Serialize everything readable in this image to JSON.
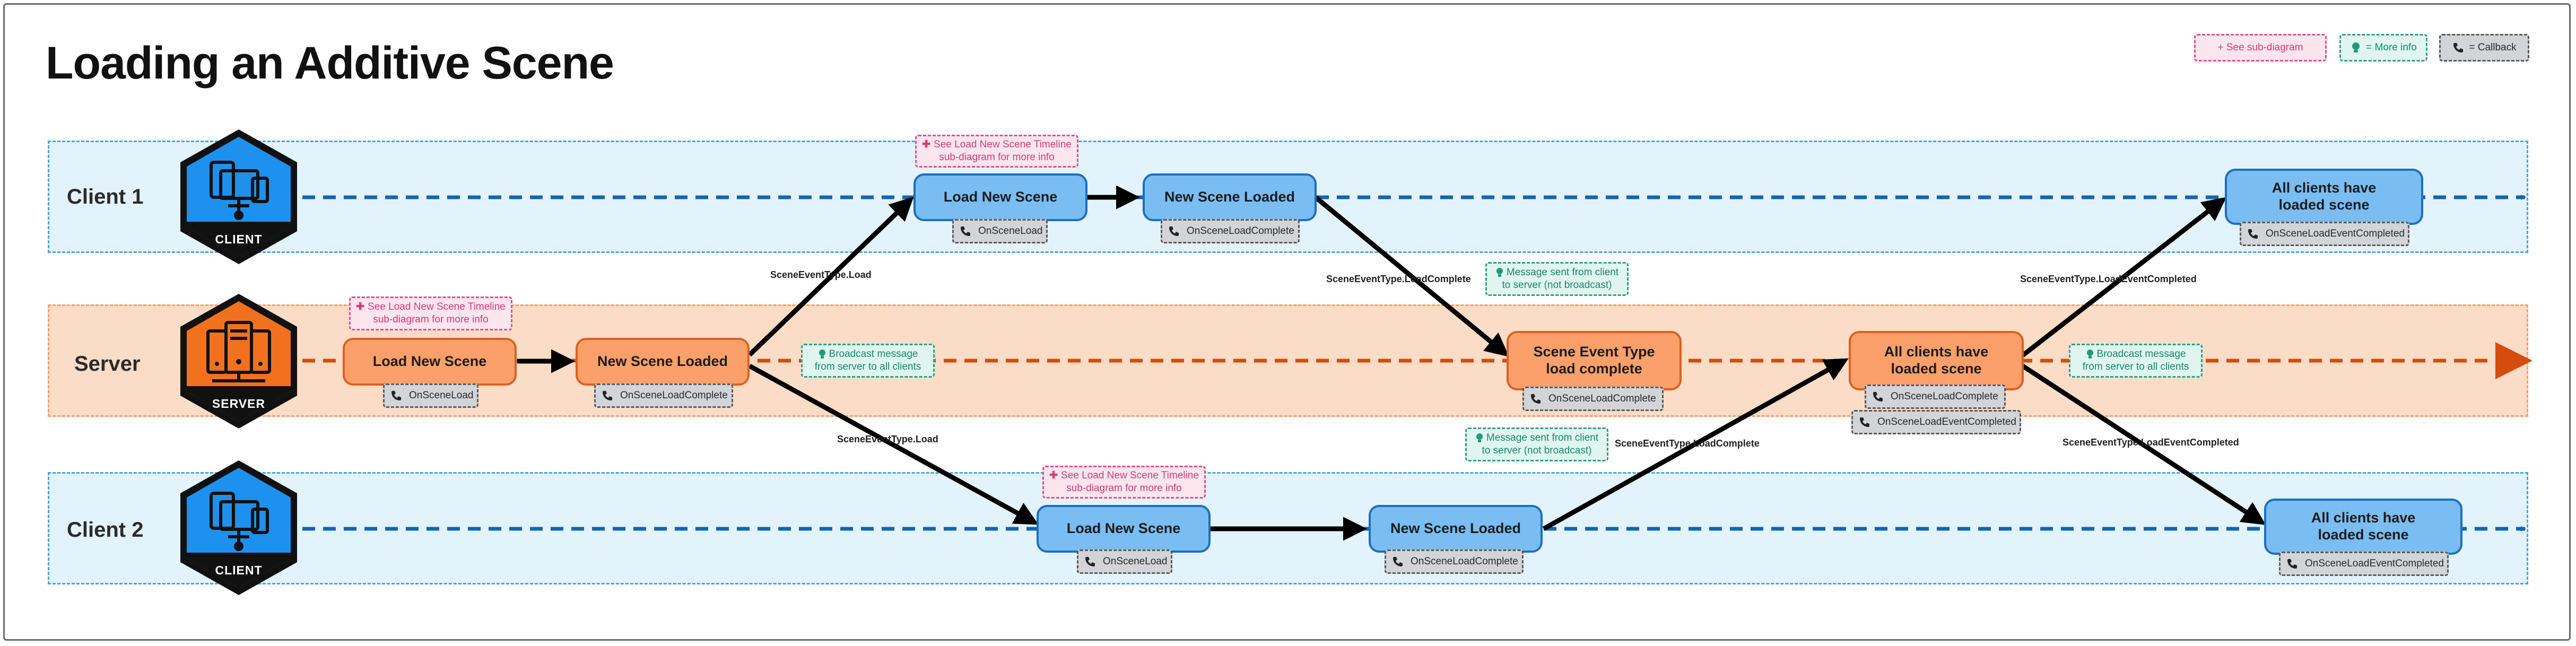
{
  "title": "Loading an Additive Scene",
  "legend": {
    "sub_diagram": "+ See sub-diagram",
    "more_info": "= More info",
    "callback": "= Callback"
  },
  "lanes": {
    "client1": "Client 1",
    "server": "Server",
    "client2": "Client 2"
  },
  "badges": {
    "client1": "CLIENT",
    "server": "SERVER",
    "client2": "CLIENT"
  },
  "nodes": {
    "server_load": "Load New Scene",
    "server_loaded": "New Scene Loaded",
    "server_event": "Scene Event Type load complete",
    "server_all": "All clients have loaded scene",
    "c1_load": "Load New Scene",
    "c1_loaded": "New Scene Loaded",
    "c1_all": "All clients have loaded scene",
    "c2_load": "Load New Scene",
    "c2_loaded": "New Scene Loaded",
    "c2_all": "All clients have loaded scene"
  },
  "callbacks": {
    "server_load": "OnSceneLoad",
    "server_loaded": "OnSceneLoadComplete",
    "server_event": "OnSceneLoadComplete",
    "server_all_1": "OnSceneLoadComplete",
    "server_all_2": "OnSceneLoadEventCompleted",
    "c1_load": "OnSceneLoad",
    "c1_loaded": "OnSceneLoadComplete",
    "c1_all": "OnSceneLoadEventCompleted",
    "c2_load": "OnSceneLoad",
    "c2_loaded": "OnSceneLoadComplete",
    "c2_all": "OnSceneLoadEventCompleted"
  },
  "notes": {
    "server_sub": [
      "See Load New Scene Timeline",
      "sub-diagram for more info"
    ],
    "c1_sub": [
      "See Load New Scene Timeline",
      "sub-diagram for more info"
    ],
    "c2_sub": [
      "See Load New Scene Timeline",
      "sub-diagram for more info"
    ],
    "broadcast1": [
      "Broadcast message",
      "from server to all clients"
    ],
    "broadcast2": [
      "Broadcast message",
      "from server to all clients"
    ],
    "msg1": [
      "Message sent from client",
      "to server (not broadcast)"
    ],
    "msg2": [
      "Message sent from client",
      "to server (not broadcast)"
    ]
  },
  "edges": {
    "load_up": "SceneEventType.Load",
    "load_down": "SceneEventType.Load",
    "loadcomplete_c1": "SceneEventType.LoadComplete",
    "loadcomplete_c2": "SceneEventType.LoadComplete",
    "completed_up": "SceneEventType.LoadEventCompleted",
    "completed_down": "SceneEventType.LoadEventCompleted"
  },
  "colors": {
    "client_fill": "#79bdf2",
    "client_border": "#1d6fbe",
    "server_fill": "#fba06a",
    "server_border": "#d96220",
    "client_lane_line": "#1565b0",
    "server_lane_line": "#d44d0e",
    "badge_client": "#1e90ee",
    "badge_server": "#f2711e"
  }
}
